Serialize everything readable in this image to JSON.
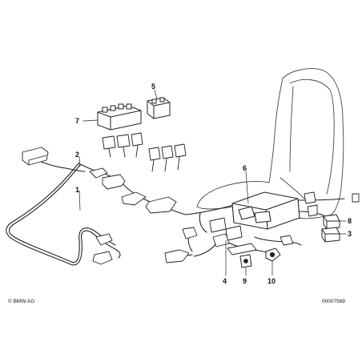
{
  "diagram": {
    "part_labels": {
      "p1": "1",
      "p2": "2",
      "p3": "3",
      "p4": "4",
      "p5": "5",
      "p6": "6",
      "p7": "7",
      "p8": "8",
      "p9": "9",
      "p10": "10"
    },
    "footer": {
      "copyright": "© BMW AG",
      "drawing_number": "00007569"
    }
  }
}
